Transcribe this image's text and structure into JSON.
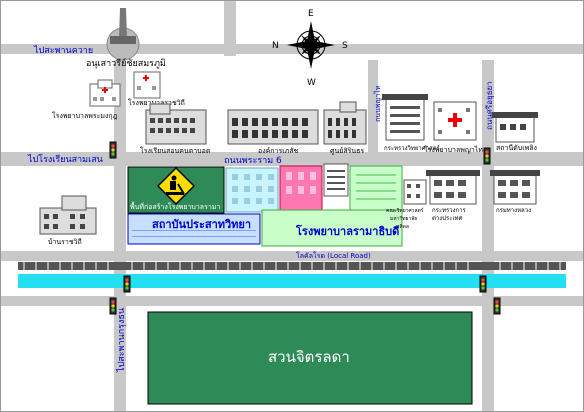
{
  "compass": {
    "n": "N",
    "s": "S",
    "e": "E",
    "w": "W"
  },
  "roads": {
    "pahonyothin": "ไปสะพานควาย",
    "rianthong": "ไปโรงเรียนสามเสน",
    "krungthon": "ไปสะพานกรุงธน",
    "rama6": "ถนนพระราม 6",
    "phayathai": "ถนนพญาไท",
    "sriayutthaya": "ถนนศรีอยุธยา",
    "local_road": "โลคัลโรด (Local Road)"
  },
  "landmarks": {
    "victory": "อนุเสาวรีย์ชัยสมรภูมิ",
    "phramongkut": "โรงพยาบาลพระมงกุฎ",
    "rajvithi": "โรงพยาบาลราชวิถี",
    "school_deaf": "โรงเรียนสอนคนตาบอด",
    "pharm": "องค์การเภสัช",
    "sirindhorn": "ศูนย์สิรินธร",
    "ministry_sci": "กระทรวงวิทยาศาสตร์",
    "phayathai_hosp": "โรงพยาบาลพญาไท",
    "ep_bldg": "สถานีดับเพลิง",
    "construction": "พื้นที่ก่อสร้างโรงพยาบาลรามา",
    "institute": "สถาบันประสาทวิทยา",
    "ramathibodi": "โรงพยาบาลรามาธิบดี",
    "ratchawithi_house": "บ้านราชวิถี",
    "faculty_sci": "คณะวิทยาศาสตร์ มหาวิทยาลัยมหิดล",
    "foreign_ministry": "กระทรวงการต่างประเทศ",
    "highways": "กรมทางหลวง",
    "chitralada": "สวนจิตรลดา"
  },
  "colors": {
    "road": "#c8c8c8",
    "canal": "#22e0f0",
    "park": "#2e8b57",
    "construction": "#2e8b57",
    "label_blue": "#0000cc",
    "hospital_green": "#c8ffc8",
    "pink_bldg": "#ff77b0",
    "cyan_bldg": "#c8f4ff"
  }
}
